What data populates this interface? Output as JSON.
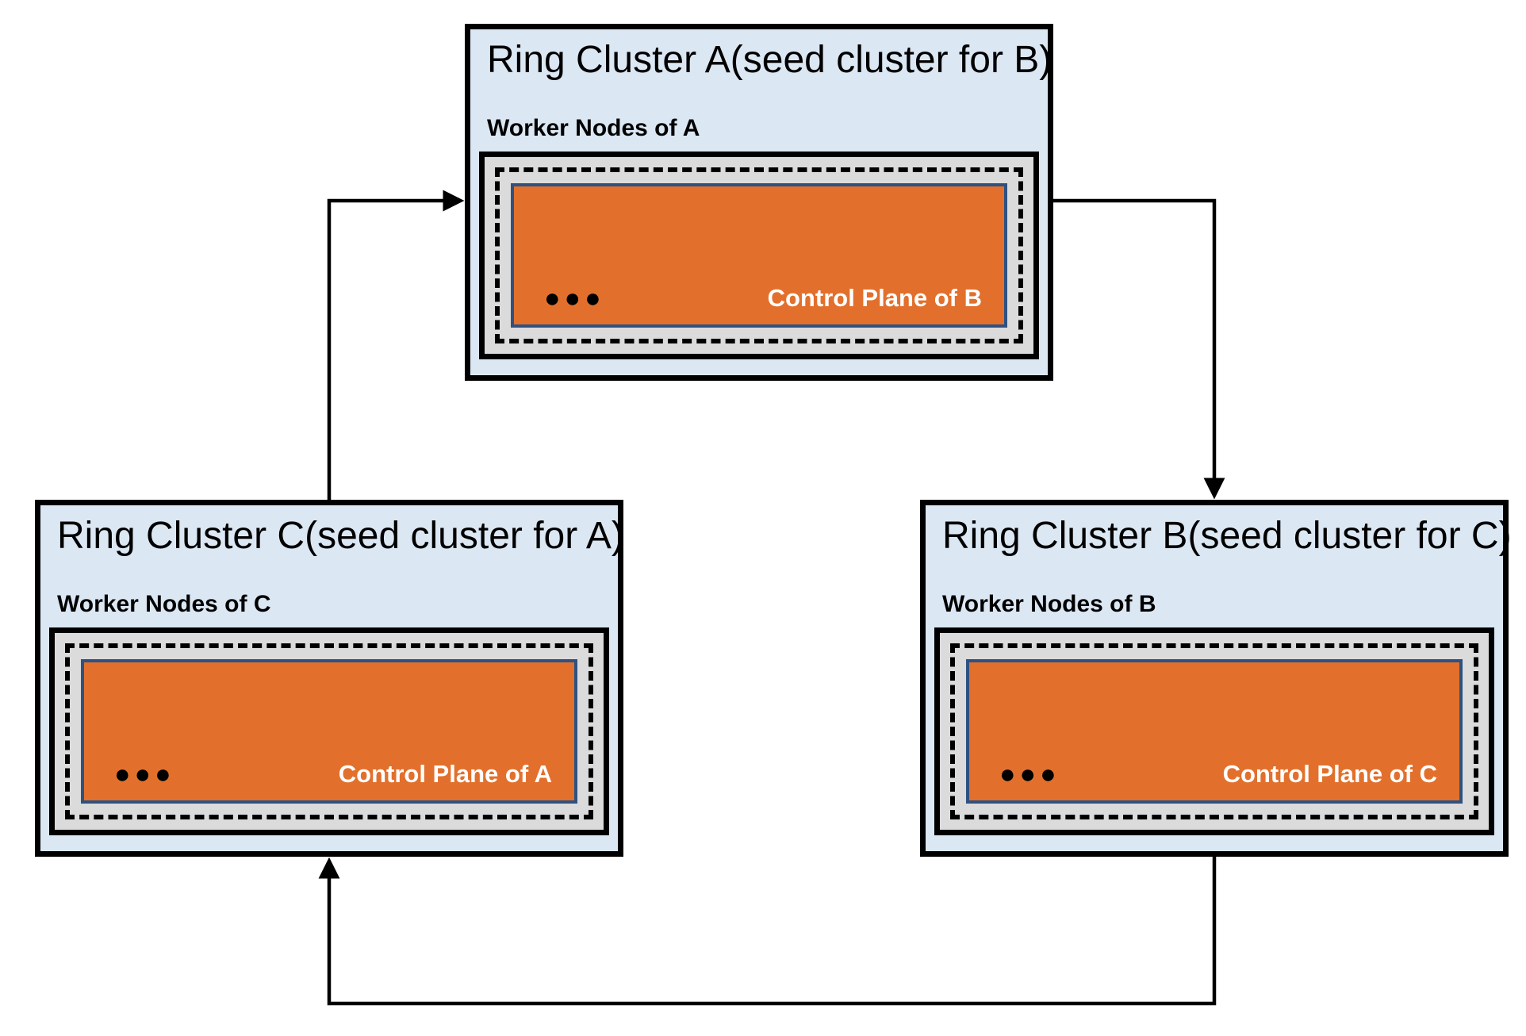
{
  "clusters": [
    {
      "id": "A",
      "title": "Ring Cluster A",
      "seed_note": "(seed cluster for B)",
      "worker_label": "Worker Nodes of A",
      "control_plane_label": "Control Plane of B",
      "dots": "●●●"
    },
    {
      "id": "C",
      "title": "Ring Cluster C",
      "seed_note": "(seed cluster for A)",
      "worker_label": "Worker Nodes of C",
      "control_plane_label": "Control Plane of A",
      "dots": "●●●"
    },
    {
      "id": "B",
      "title": "Ring Cluster B",
      "seed_note": "(seed cluster for C)",
      "worker_label": "Worker Nodes of B",
      "control_plane_label": "Control Plane of C",
      "dots": "●●●"
    }
  ],
  "arrows": [
    {
      "name": "arrow-c-to-a",
      "from": "Ring Cluster C",
      "to": "Ring Cluster A"
    },
    {
      "name": "arrow-a-to-b",
      "from": "Ring Cluster A",
      "to": "Ring Cluster B"
    },
    {
      "name": "arrow-b-to-c",
      "from": "Ring Cluster B",
      "to": "Ring Cluster C"
    }
  ],
  "colors": {
    "cluster_bg": "#DBE7F3",
    "node_bg": "#DBDBDB",
    "control_plane_bg": "#E2702C",
    "control_plane_border": "#2E5181",
    "line": "#000000"
  }
}
